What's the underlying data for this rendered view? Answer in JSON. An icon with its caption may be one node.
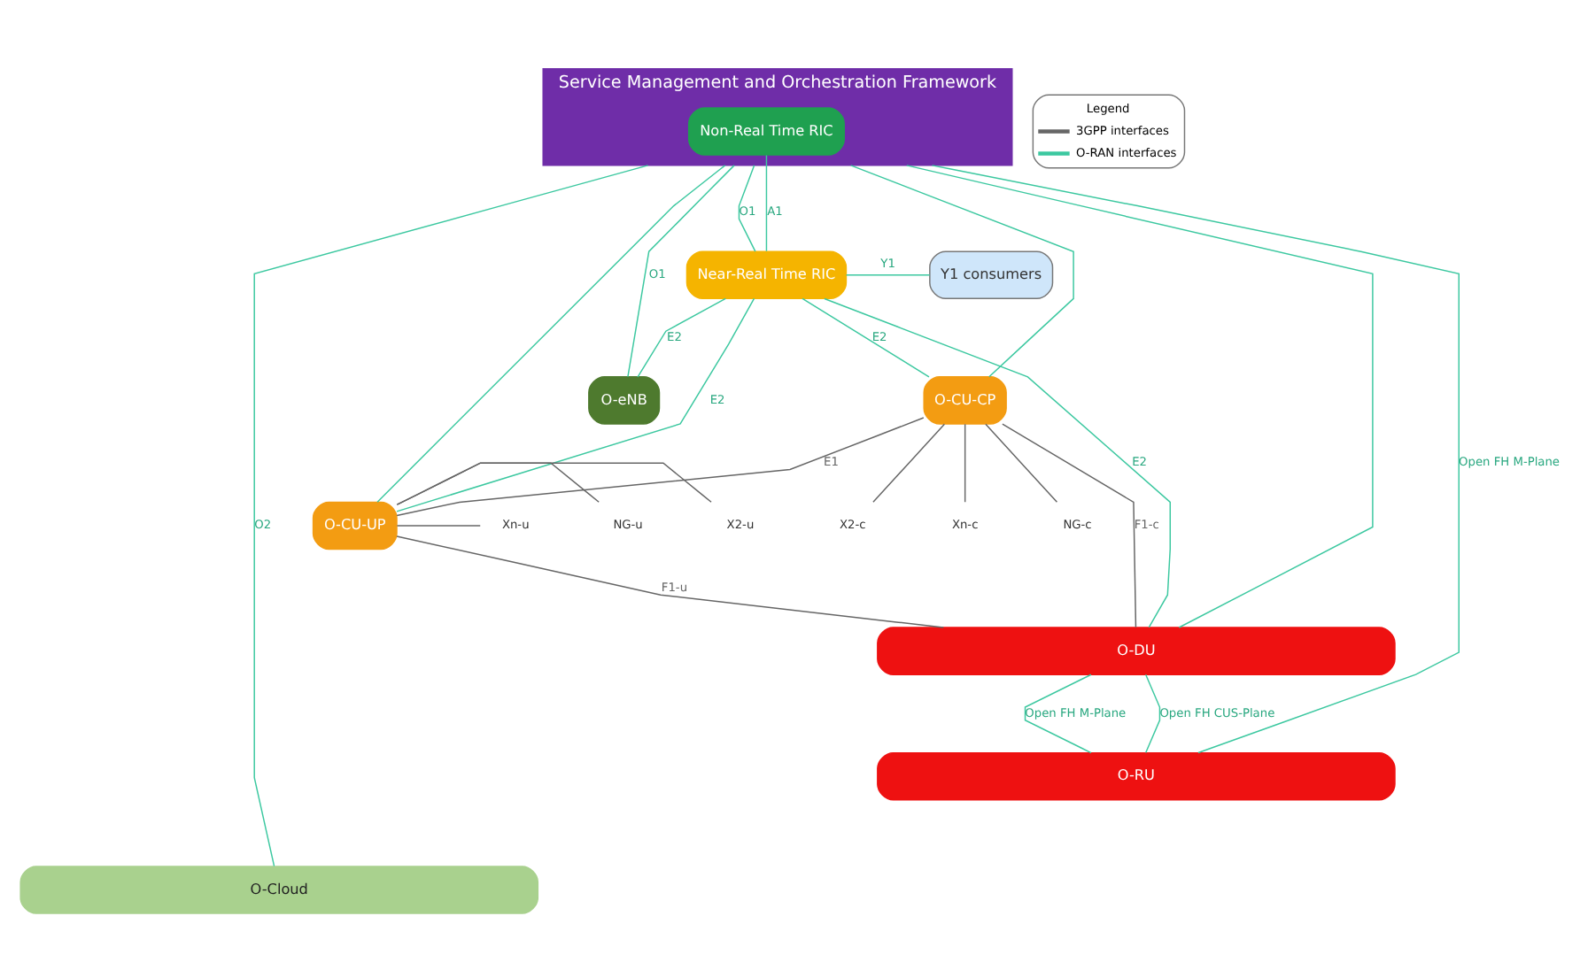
{
  "diagram": {
    "nodes": [
      {
        "text": [
          "Service Management and Orchestration Framework"
        ]
      },
      {
        "text": [
          "Non-Real Time RIC"
        ],
        "in": 0
      },
      {
        "text": [
          "Near-Real Time RIC"
        ]
      },
      {
        "text": [
          "Y1 consumers"
        ]
      },
      {
        "text": [
          "O-eNB"
        ]
      },
      {
        "text": [
          "O-CU-CP"
        ]
      },
      {
        "text": [
          "O-CU-UP"
        ]
      },
      {
        "text": [
          "O-DU"
        ]
      },
      {
        "text": [
          "O-RU"
        ]
      },
      {
        "text": [
          "O-Cloud"
        ]
      },
      {
        "text": [
          "X2-c"
        ]
      },
      {
        "text": [
          "X2-u"
        ]
      },
      {
        "text": [
          "NG-u"
        ]
      },
      {
        "text": [
          "Xn-u"
        ]
      },
      {
        "text": [
          "Xn-c"
        ]
      },
      {
        "text": [
          "NG-c"
        ]
      }
    ],
    "edges": [
      {
        "from": 0,
        "to": 9,
        "arrow": "none",
        "label": "O2"
      },
      {
        "from": 0,
        "to": 8,
        "arrow": "none",
        "label": "Open FH M-Plane"
      },
      {
        "from": 0,
        "to": 4,
        "arrow": "none",
        "label": "O1"
      },
      {
        "from": 1,
        "to": 2,
        "arrow": "none",
        "label": "A1"
      },
      {
        "from": 0,
        "to": 2,
        "arrow": "none",
        "label": "O1"
      },
      {
        "from": 0,
        "to": 5,
        "arrow": "none"
      },
      {
        "from": 0,
        "to": 6,
        "arrow": "none"
      },
      {
        "from": 0,
        "to": 7,
        "arrow": "none"
      },
      {
        "from": 2,
        "to": 3,
        "arrow": "none",
        "label": "Y1"
      },
      {
        "from": 2,
        "to": 4,
        "arrow": "none",
        "label": "E2"
      },
      {
        "from": 2,
        "to": 5,
        "arrow": "none",
        "label": "E2"
      },
      {
        "from": 2,
        "to": 6,
        "arrow": "none",
        "label": "E2"
      },
      {
        "from": 2,
        "to": 7,
        "arrow": "none",
        "label": "E2"
      },
      {
        "from": 5,
        "to": 6,
        "arrow": "none",
        "label": "E1",
        "color": "#666666"
      },
      {
        "from": 5,
        "to": 7,
        "arrow": "none",
        "label": "F1-c",
        "color": "#666666"
      },
      {
        "from": 6,
        "to": 7,
        "arrow": "none",
        "label": "F1-u",
        "color": "#666666"
      },
      {
        "from": 5,
        "to": 10,
        "arrow": "none",
        "color": "#666666"
      },
      {
        "from": 6,
        "to": 11,
        "arrow": "none",
        "color": "#666666"
      },
      {
        "from": 6,
        "to": 12,
        "arrow": "none",
        "color": "#666666"
      },
      {
        "from": 6,
        "to": 13,
        "arrow": "none",
        "color": "#666666"
      },
      {
        "from": 5,
        "to": 14,
        "arrow": "none",
        "color": "#666666"
      },
      {
        "from": 5,
        "to": 15,
        "arrow": "none",
        "color": "#666666"
      },
      {
        "from": 7,
        "to": 8,
        "arrow": "none",
        "label": "Open FH CUS-Plane"
      },
      {
        "from": 7,
        "to": 8,
        "arrow": "none",
        "label": "Open FH M-Plane"
      }
    ],
    "labels": [
      "Legend"
    ],
    "legend": [
      {
        "text": "3GPP interfaces"
      },
      {
        "text": "O-RAN interfaces"
      }
    ]
  }
}
